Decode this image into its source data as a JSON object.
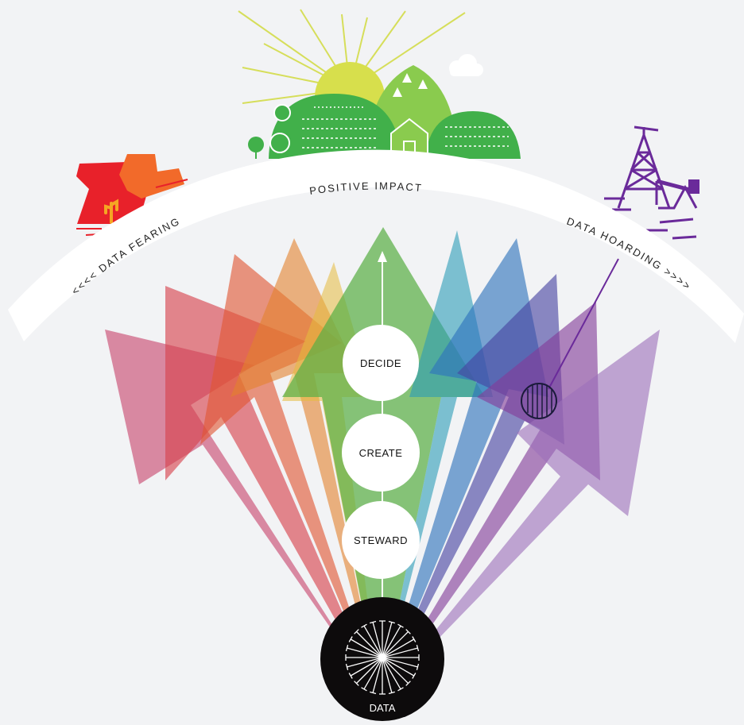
{
  "arc": {
    "center_label": "POSITIVE IMPACT",
    "left_label": "<<<< DATA FEARING",
    "right_label": "DATA HOARDING >>>>"
  },
  "stages": [
    {
      "key": "decide",
      "label": "DECIDE"
    },
    {
      "key": "create",
      "label": "CREATE"
    },
    {
      "key": "steward",
      "label": "STEWARD"
    }
  ],
  "source": {
    "label": "DATA"
  },
  "colors": {
    "background": "#f2f3f5",
    "arrows": [
      "#d34b73",
      "#e2444d",
      "#ee5a36",
      "#f0892f",
      "#f3c440",
      "#5fb84a",
      "#2fa5c0",
      "#2f78c4",
      "#4a47a8",
      "#8a3f9f",
      "#a678c4"
    ],
    "fearing_icon": "#e8212a",
    "positive_icon": "#3aa83a",
    "hoarding_icon": "#6a2a9a"
  },
  "icons": {
    "left": "desert-mesa-icon",
    "top": "sunny-hills-farm-icon",
    "right": "oil-rig-icon"
  }
}
